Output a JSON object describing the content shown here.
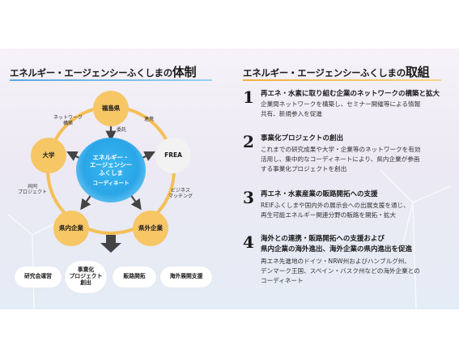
{
  "left": {
    "heading_prefix": "エネルギー・エージェンシーふくしまの",
    "heading_emphasis": "体制",
    "center_label": "エネルギー・\nエージェンシー\nふくしま",
    "center_sub": "コーディネート",
    "nodes": {
      "fukushima": "福島県",
      "university": "大学",
      "frea": "FREA",
      "prefectural_companies": "県内企業",
      "outside_companies": "県外企業"
    },
    "edge_labels": {
      "network": "ネットワーク\n構築",
      "renkei": "連携",
      "itaku": "委託",
      "kyodo": "共同\nプロジェクト",
      "business": "ビジネス\nマッチング"
    },
    "outputs": [
      "研究会運営",
      "事業化\nプロジェクト\n創出",
      "販路開拓",
      "海外展開支援"
    ]
  },
  "right": {
    "heading_prefix": "エネルギー・エージェンシーふくしまの",
    "heading_emphasis": "取組",
    "items": [
      {
        "number": "1",
        "title": "再エネ・水素に取り組む企業のネットワークの構築と拡大",
        "body": [
          "企業間ネットワークを構築し、セミナー開催等による情報",
          "共有、新規参入を促進"
        ]
      },
      {
        "number": "2",
        "title": "事業化プロジェクトの創出",
        "body": [
          "これまでの研究成果や大学・企業等のネットワークを有効",
          "活用し、集中的なコーディネートにより、県内企業が参画",
          "する事業化プロジェクトを創出"
        ]
      },
      {
        "number": "3",
        "title": "再エネ・水素産業の販路開拓への支援",
        "body": [
          "REIFふくしまや国内外の展示会への出展支援を通じ、",
          "再生可能エネルギー関連分野の販路を開拓・拡大"
        ]
      },
      {
        "number": "4",
        "title": "海外との連携・販路開拓への支援および",
        "title2": "県内企業の海外進出、海外企業の県内進出を促進",
        "body": [
          "再エネ先進地のドイツ・NRW州およびハンブルグ州、",
          "デンマーク王国、スペイン・バスク州などの海外企業との",
          "コーディネート"
        ]
      }
    ]
  },
  "colors": {
    "ring": "#f5bf55",
    "node_fill": "#f7c665",
    "frea_fill": "#f2f2f2",
    "heading_bar_left": "#5aa8e0",
    "heading_bar_right": "#f0b040",
    "arrow": "#444444",
    "center": "#2aa6e8"
  }
}
